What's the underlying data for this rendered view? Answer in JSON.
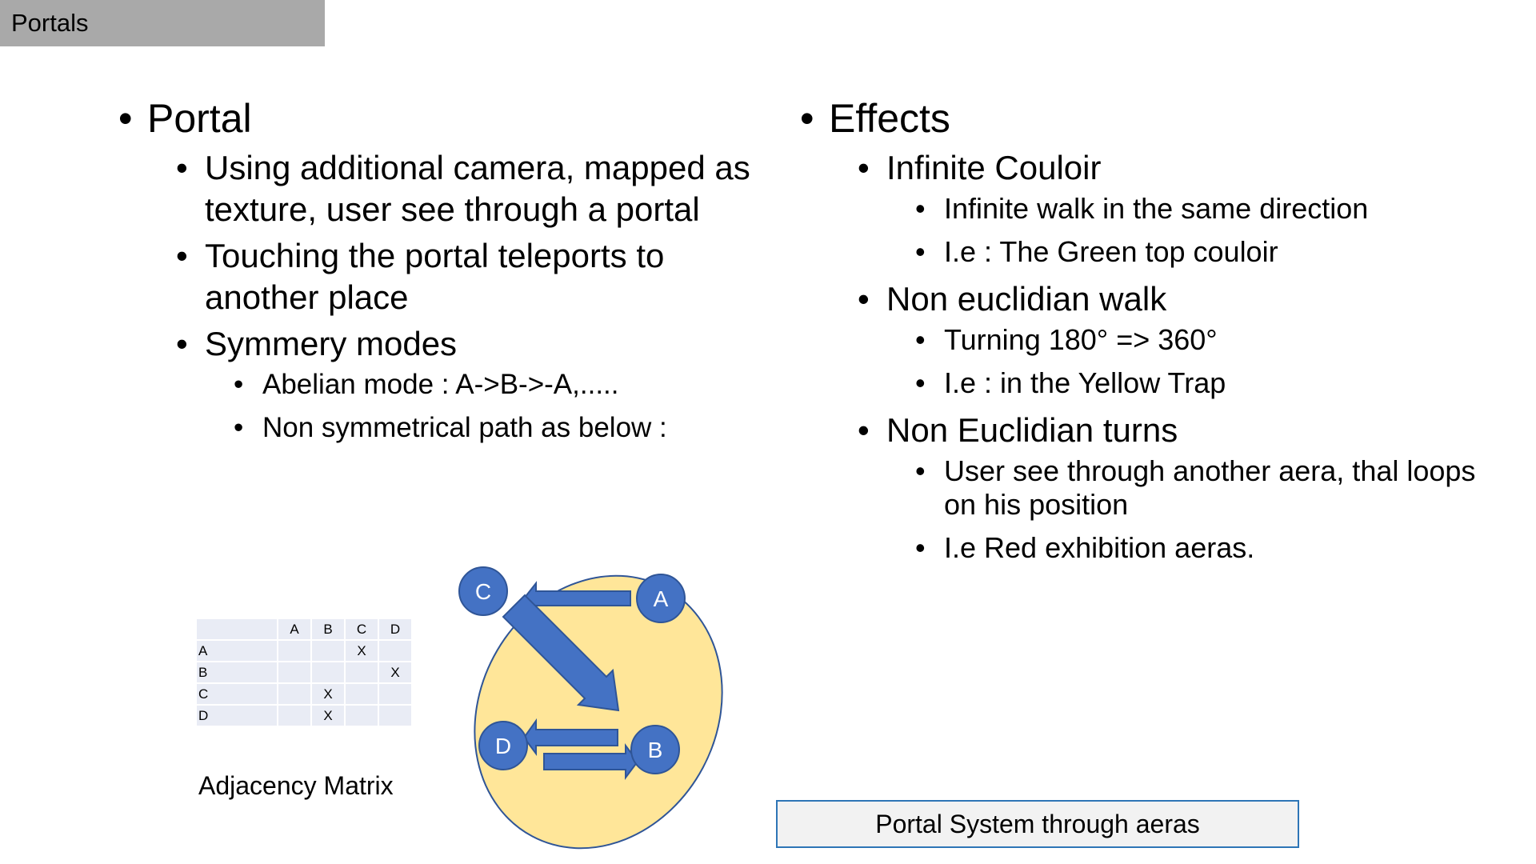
{
  "header": {
    "tag": "Portals"
  },
  "left_column": {
    "title": "Portal",
    "items": [
      {
        "text": "Using additional camera, mapped as texture, user see through a portal"
      },
      {
        "text": "Touching the portal teleports to another place"
      },
      {
        "text": "Symmery modes",
        "sub": [
          "Abelian mode : A->B->-A,.....",
          "Non symmetrical path as below :"
        ]
      }
    ]
  },
  "right_column": {
    "title": "Effects",
    "items": [
      {
        "text": "Infinite Couloir",
        "sub": [
          "Infinite walk in the same direction",
          "I.e : The Green top couloir"
        ]
      },
      {
        "text": "Non euclidian walk",
        "sub": [
          "Turning 180° => 360°",
          "I.e : in the Yellow Trap"
        ]
      },
      {
        "text": "Non Euclidian turns",
        "sub": [
          "User see through another aera, thal loops on his position",
          "I.e Red exhibition aeras."
        ]
      }
    ]
  },
  "matrix": {
    "columns": [
      "",
      "A",
      "B",
      "C",
      "D"
    ],
    "rows": [
      [
        "A",
        "",
        "",
        "X",
        ""
      ],
      [
        "B",
        "",
        "",
        "",
        "X"
      ],
      [
        "C",
        "",
        "X",
        "",
        ""
      ],
      [
        "D",
        "",
        "X",
        "",
        ""
      ]
    ],
    "caption": "Adjacency Matrix"
  },
  "graph": {
    "nodes": {
      "a": "A",
      "b": "B",
      "c": "C",
      "d": "D"
    },
    "colors": {
      "region_fill": "#ffe699",
      "region_stroke": "#2f5597",
      "node_fill": "#4472c4",
      "node_stroke": "#2f5597",
      "node_text": "#ffffff"
    }
  },
  "caption_box": "Portal System through aeras",
  "colors": {
    "tag_bg": "#a9a9a9",
    "table_cell": "#e9ecf5",
    "box_border": "#2e75b6"
  }
}
